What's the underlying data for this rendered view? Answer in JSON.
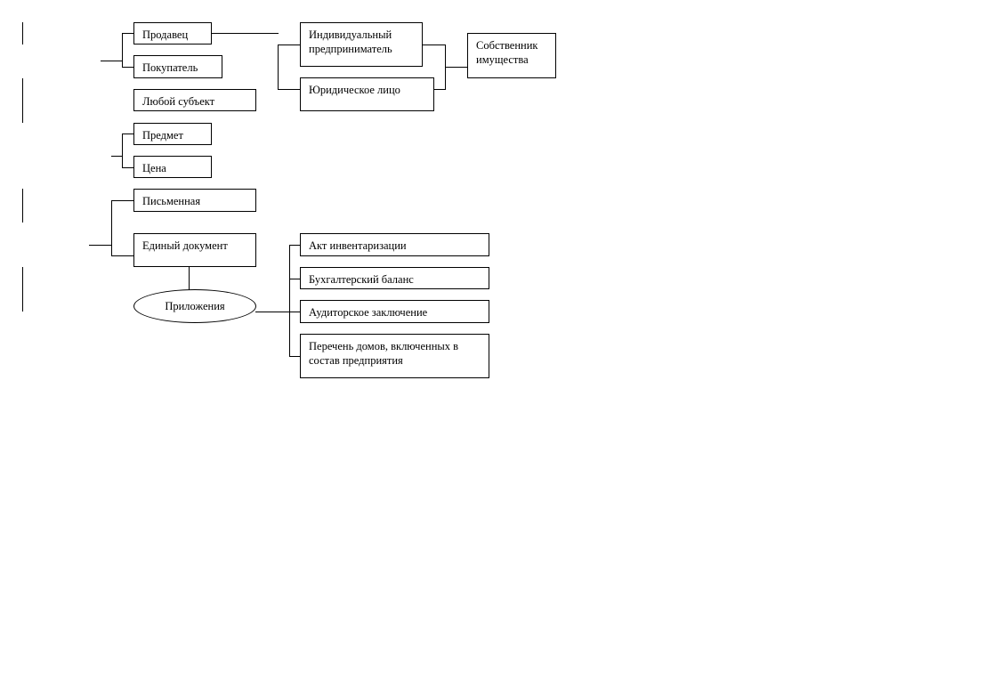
{
  "diagram": {
    "nodes": {
      "seller": "Продавец",
      "buyer": "Покупатель",
      "any_subject": "Любой субъект",
      "individual_entrepreneur": "Индивидуальный предприниматель",
      "legal_entity": "Юридическое лицо",
      "property_owner": "Собственник имущества",
      "subject_matter": "Предмет",
      "price": "Цена",
      "written": "Письменная",
      "single_document": "Единый документ",
      "appendices": "Приложения",
      "inventory_act": "Акт инвентаризации",
      "balance_sheet": "Бухгалтерский баланс",
      "audit_report": "Аудиторское заключение",
      "debt_list": "Перечень домов, включенных в состав предприятия"
    }
  }
}
